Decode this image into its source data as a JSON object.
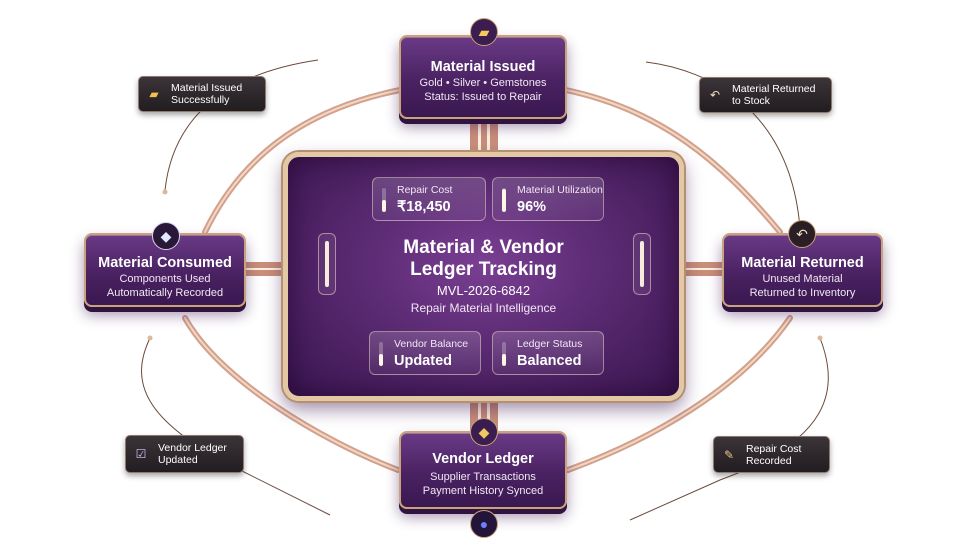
{
  "center": {
    "title_line1": "Material & Vendor",
    "title_line2": "Ledger Tracking",
    "id": "MVL-2026-6842",
    "subtitle": "Repair Material Intelligence",
    "stats": [
      {
        "label": "Repair Cost",
        "value": "₹18,450",
        "level": 0.5
      },
      {
        "label": "Material Utilization",
        "value": "96%",
        "level": 0.96
      },
      {
        "label": "Vendor Balance",
        "value": "Updated",
        "level": 0.5
      },
      {
        "label": "Ledger Status",
        "value": "Balanced",
        "level": 0.5
      }
    ]
  },
  "nodes": {
    "material_issued": {
      "title": "Material Issued",
      "line1": "Gold • Silver • Gemstones",
      "line2": "Status: Issued to Repair"
    },
    "material_consumed": {
      "title": "Material Consumed",
      "line1": "Components Used",
      "line2": "Automatically Recorded"
    },
    "material_returned": {
      "title": "Material Returned",
      "line1": "Unused Material",
      "line2": "Returned to Inventory"
    },
    "vendor_ledger": {
      "title": "Vendor Ledger",
      "line1": "Supplier Transactions",
      "line2": "Payment History Synced"
    }
  },
  "callouts": {
    "issued_successfully": {
      "line1": "Material Issued",
      "line2": "Successfully",
      "icon": "gold-bar-icon"
    },
    "returned_to_stock": {
      "line1": "Material Returned",
      "line2": "to Stock",
      "icon": "return-arrow-icon"
    },
    "vendor_ledger_updated": {
      "line1": "Vendor Ledger",
      "line2": "Updated",
      "icon": "checkbox-icon"
    },
    "repair_cost_recorded": {
      "line1": "Repair Cost",
      "line2": "Recorded",
      "icon": "pencil-icon"
    }
  },
  "colors": {
    "node": "#4a2262",
    "gold": "#c9a27a",
    "wire": "#d7a78a",
    "callout": "#2a2428"
  }
}
